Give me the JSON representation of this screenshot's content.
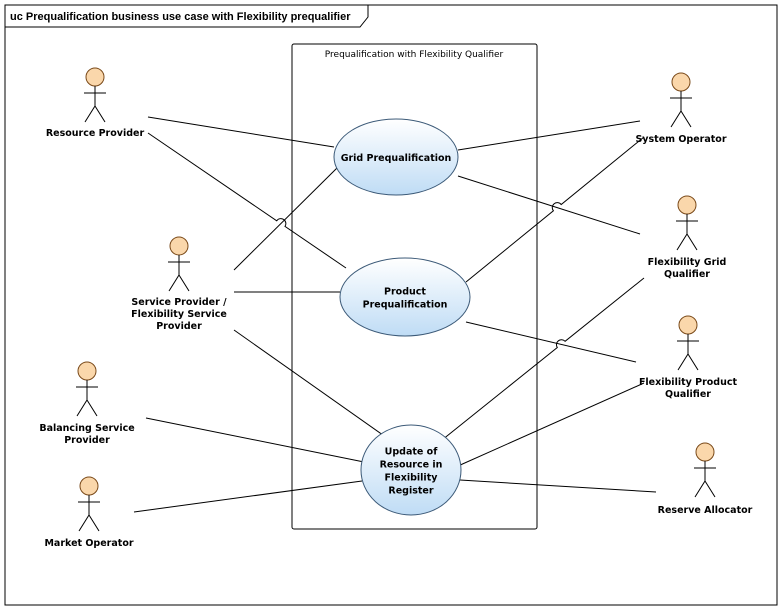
{
  "frame": {
    "title": "uc Prequalification business use case with Flexibility prequalifier"
  },
  "boundary": {
    "title": "Prequalification with Flexibility Qualifier"
  },
  "colors": {
    "actor_fill": "#fad7ab",
    "usecase_fill_top": "#ffffff",
    "usecase_fill_bottom": "#bfdcf5",
    "usecase_stroke": "#3c5a78"
  },
  "actors": [
    {
      "id": "resource-provider",
      "lines": [
        "Resource Provider"
      ]
    },
    {
      "id": "service-provider",
      "lines": [
        "Service Provider /",
        "Flexibility Service",
        "Provider"
      ]
    },
    {
      "id": "balancing-service-provider",
      "lines": [
        "Balancing Service",
        "Provider"
      ]
    },
    {
      "id": "market-operator",
      "lines": [
        "Market Operator"
      ]
    },
    {
      "id": "system-operator",
      "lines": [
        "System Operator"
      ]
    },
    {
      "id": "flexibility-grid-qualifier",
      "lines": [
        "Flexibility Grid",
        "Qualifier"
      ]
    },
    {
      "id": "flexibility-product-qualifier",
      "lines": [
        "Flexibility Product",
        "Qualifier"
      ]
    },
    {
      "id": "reserve-allocator",
      "lines": [
        "Reserve Allocator"
      ]
    }
  ],
  "use_cases": [
    {
      "id": "grid-prequalification",
      "lines": [
        "Grid Prequalification"
      ]
    },
    {
      "id": "product-prequalification",
      "lines": [
        "Product",
        "Prequalification"
      ]
    },
    {
      "id": "update-resource",
      "lines": [
        "Update of",
        "Resource in",
        "Flexibility",
        "Register"
      ]
    }
  ],
  "associations": [
    [
      "resource-provider",
      "grid-prequalification"
    ],
    [
      "resource-provider",
      "product-prequalification"
    ],
    [
      "service-provider",
      "grid-prequalification"
    ],
    [
      "service-provider",
      "product-prequalification"
    ],
    [
      "service-provider",
      "update-resource"
    ],
    [
      "balancing-service-provider",
      "update-resource"
    ],
    [
      "market-operator",
      "update-resource"
    ],
    [
      "grid-prequalification",
      "system-operator"
    ],
    [
      "grid-prequalification",
      "flexibility-grid-qualifier"
    ],
    [
      "product-prequalification",
      "system-operator"
    ],
    [
      "product-prequalification",
      "flexibility-product-qualifier"
    ],
    [
      "update-resource",
      "flexibility-grid-qualifier"
    ],
    [
      "update-resource",
      "flexibility-product-qualifier"
    ],
    [
      "update-resource",
      "reserve-allocator"
    ]
  ]
}
